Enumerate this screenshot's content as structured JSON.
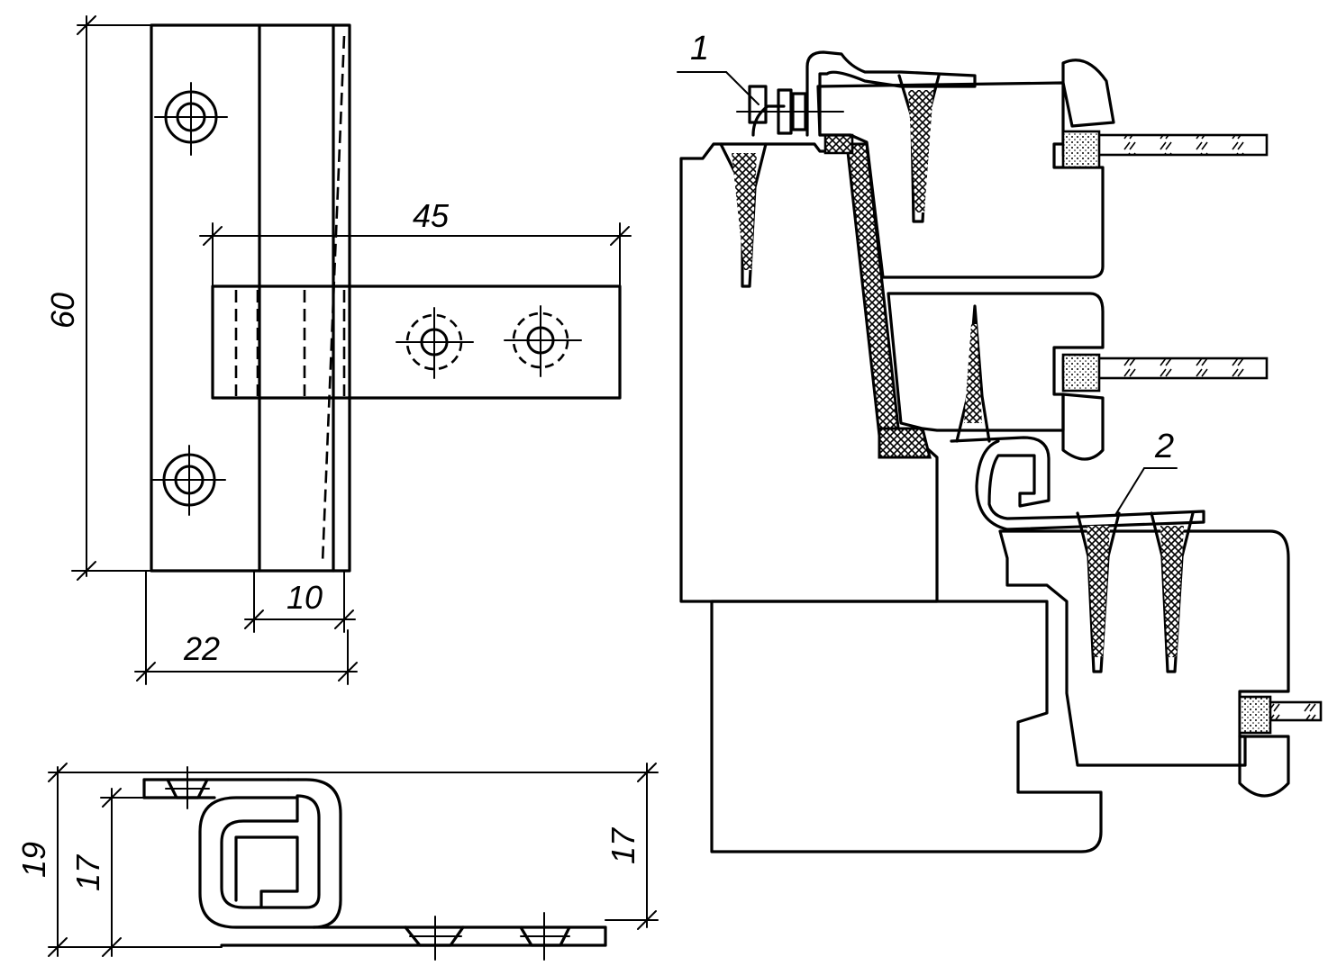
{
  "dimensions": {
    "height_60": "60",
    "width_45": "45",
    "offset_10": "10",
    "width_22": "22",
    "height_19": "19",
    "height_17_left": "17",
    "height_17_right": "17"
  },
  "callouts": {
    "item_1": "1",
    "item_2": "2"
  }
}
